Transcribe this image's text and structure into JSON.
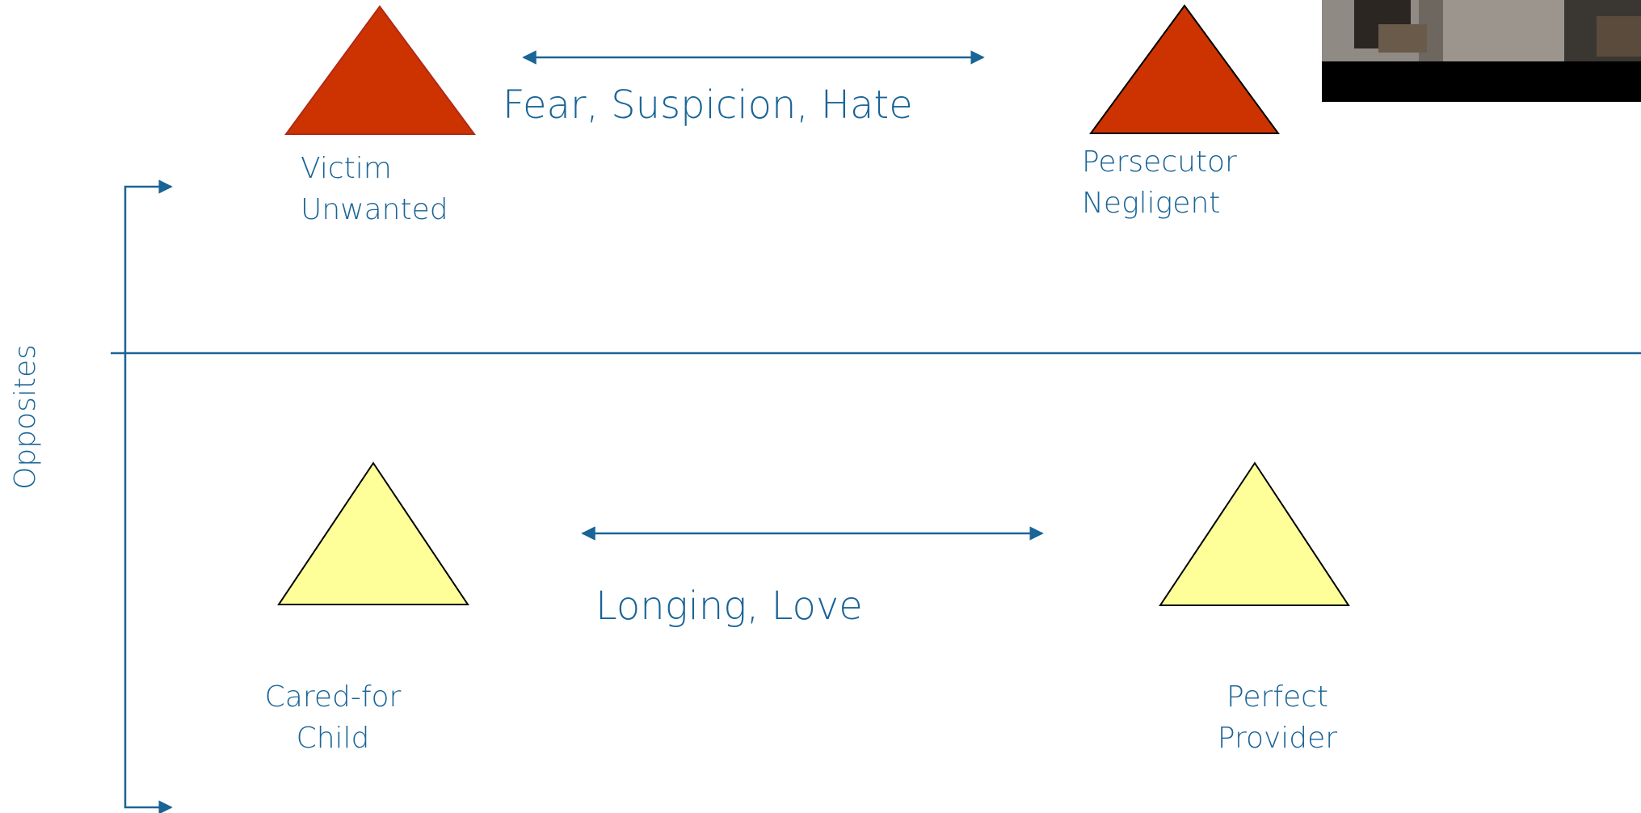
{
  "colors": {
    "text": "#1a6496",
    "arrow": "#1a6496",
    "negative_fill": "#cc3300",
    "negative_stroke": "#b02a17",
    "positive_fill": "#ffff99",
    "shape_stroke": "#000000"
  },
  "axis": {
    "label": "Opposites"
  },
  "top_row": {
    "relation_label": "Fear, Suspicion, Hate",
    "left_node": {
      "lines": [
        "Victim",
        "Unwanted"
      ],
      "shape": "red-triangle"
    },
    "right_node": {
      "lines": [
        "Persecutor",
        "Negligent"
      ],
      "shape": "red-triangle"
    }
  },
  "bottom_row": {
    "relation_label": "Longing, Love",
    "left_node": {
      "lines": [
        "Cared-for",
        "Child"
      ],
      "shape": "yellow-triangle"
    },
    "right_node": {
      "lines": [
        "Perfect",
        "Provider"
      ],
      "shape": "yellow-triangle"
    }
  },
  "video_overlay": {
    "icon": "video-thumbnail"
  }
}
